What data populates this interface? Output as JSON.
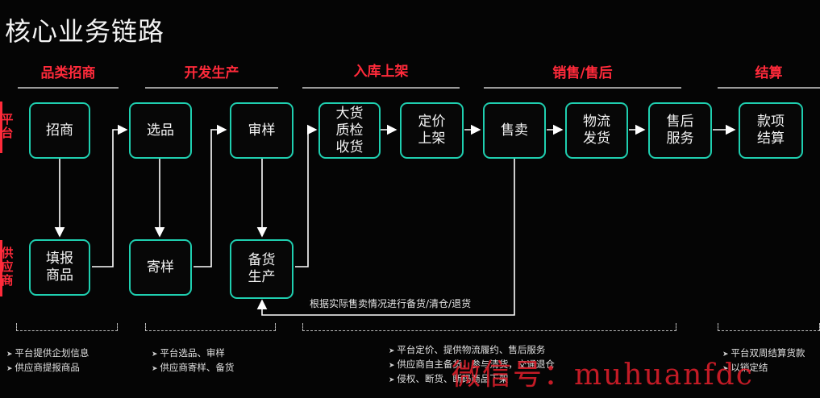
{
  "title": "核心业务链路",
  "stages": [
    "品类招商",
    "开发生产",
    "入库上架",
    "销售/售后",
    "结算"
  ],
  "lanes": {
    "platform": "平台",
    "supplier": "供应商"
  },
  "nodes": {
    "zhaoshang": "招商",
    "tianbao": "填报\n商品",
    "xuanpin": "选品",
    "jiyang": "寄样",
    "shenyang": "审样",
    "beihuo": "备货\n生产",
    "dahuo": "大货\n质检\n收货",
    "dingjia": "定价\n上架",
    "shoumai": "售卖",
    "wuliu": "物流\n发货",
    "shouhou": "售后\n服务",
    "kuanxiang": "款项\n结算"
  },
  "feedback_label": "根据实际售卖情况进行备货/清仓/退货",
  "notes": {
    "col1": [
      "平台提供企划信息",
      "供应商提报商品"
    ],
    "col2": [
      "平台选品、审样",
      "供应商寄样、备货"
    ],
    "col3": [
      "平台定价、提供物流履约、售后服务",
      "供应商自主备货，参与清货，交通退仓",
      "侵权、断货、断码商品下架"
    ],
    "col4": [
      "平台双周结算货款",
      "以销定结"
    ]
  },
  "watermark": "微信号：muhuanfdc",
  "colors": {
    "accent": "#1fcfb0",
    "stage": "#ff2a3a"
  }
}
